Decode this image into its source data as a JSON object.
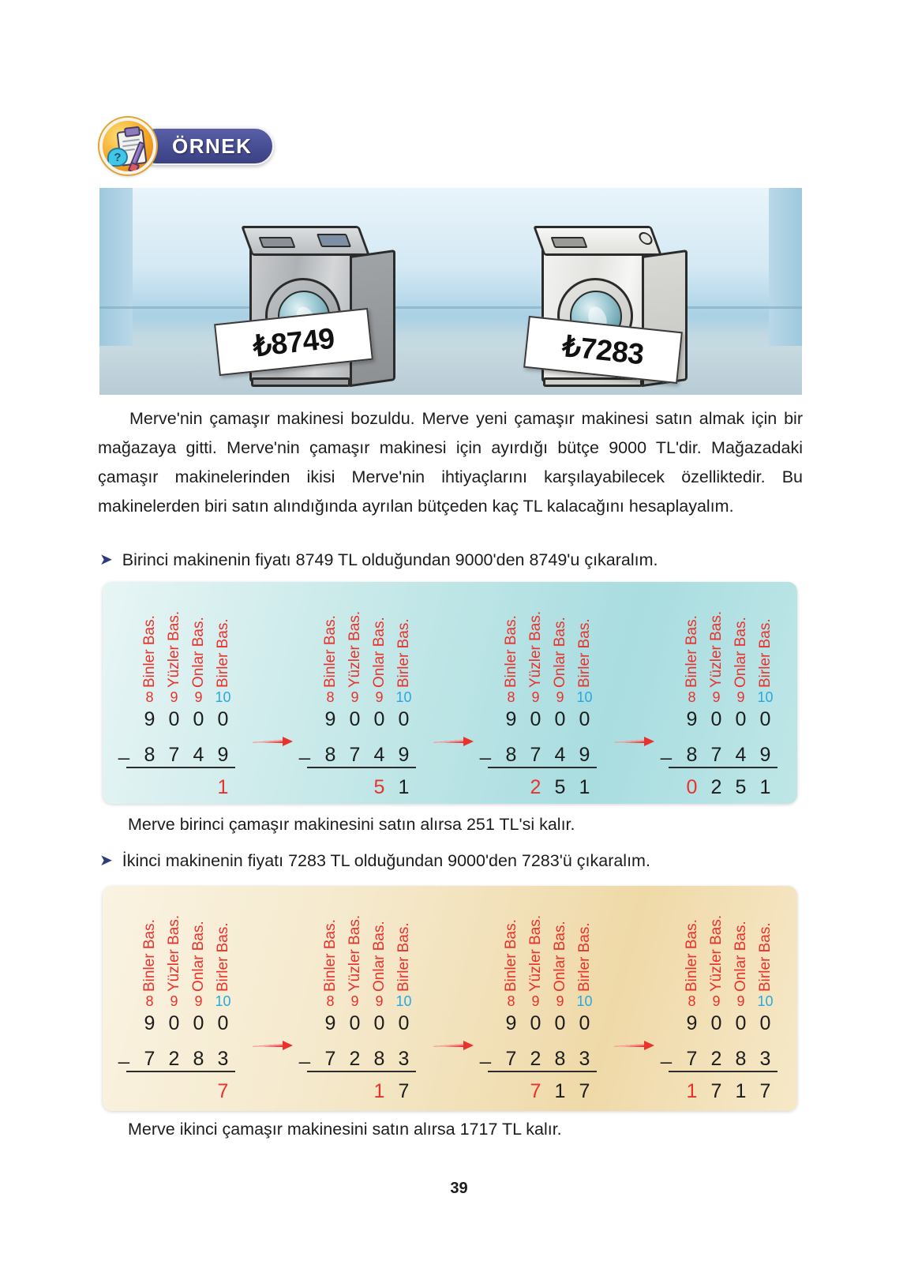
{
  "badge": {
    "label": "ÖRNEK",
    "icon": "clipboard-question-icon",
    "bubble_glyph": "?"
  },
  "illustration": {
    "alt_name": "two-washing-machines-in-store",
    "machine_1": {
      "name": "grey-washing-machine",
      "price_tag": "₺8749"
    },
    "machine_2": {
      "name": "white-washing-machine",
      "price_tag": "₺7283"
    }
  },
  "paragraph": "Merve'nin çamaşır makinesi bozuldu. Merve yeni çamaşır makinesi satın almak için bir mağazaya gitti. Merve'nin çamaşır makinesi için ayırdığı bütçe 9000 TL'dir. Mağazadaki çamaşır makinelerinden ikisi Merve'nin ihtiyaçlarını karşılayabilecek özelliktedir. Bu makinelerden biri satın alındığında ayrılan bütçeden kaç TL kalacağını hesaplayalım.",
  "bullets": {
    "first": "Birinci makinenin fiyatı 8749 TL olduğundan 9000'den 8749'u çıkaralım.",
    "second": "İkinci makinenin fiyatı 7283 TL olduğundan 9000'den 7283'ü çıkaralım."
  },
  "closing": {
    "first": "Merve birinci çamaşır makinesini satın alırsa 251 TL'si kalır.",
    "second": "Merve ikinci çamaşır makinesini satın alırsa 1717 TL kalır."
  },
  "column_headers": [
    "Binler Bas.",
    "Yüzler Bas.",
    "Onlar Bas.",
    "Birler Bas."
  ],
  "minus_sign": "_",
  "colors": {
    "header_red": "#e8322c",
    "ten_blue": "#29a8e0",
    "arrow_red": "#e8322c",
    "panel_blue": "#a9dde0",
    "panel_orange": "#efd9a8",
    "badge_navy": "#474d93"
  },
  "calc_blue": {
    "borrow": [
      "8",
      "9",
      "9",
      "10"
    ],
    "minuend": [
      "9",
      "0",
      "0",
      "0"
    ],
    "subtrahend": [
      "8",
      "7",
      "4",
      "9"
    ],
    "steps": [
      {
        "result": [
          "",
          "",
          "",
          "1"
        ],
        "new_index": 3
      },
      {
        "result": [
          "",
          "",
          "5",
          "1"
        ],
        "new_index": 2
      },
      {
        "result": [
          "",
          "2",
          "5",
          "1"
        ],
        "new_index": 1
      },
      {
        "result": [
          "0",
          "2",
          "5",
          "1"
        ],
        "new_index": 0
      }
    ]
  },
  "calc_orange": {
    "borrow": [
      "8",
      "9",
      "9",
      "10"
    ],
    "minuend": [
      "9",
      "0",
      "0",
      "0"
    ],
    "subtrahend": [
      "7",
      "2",
      "8",
      "3"
    ],
    "steps": [
      {
        "result": [
          "",
          "",
          "",
          "7"
        ],
        "new_index": 3
      },
      {
        "result": [
          "",
          "",
          "1",
          "7"
        ],
        "new_index": 2
      },
      {
        "result": [
          "",
          "7",
          "1",
          "7"
        ],
        "new_index": 1
      },
      {
        "result": [
          "1",
          "7",
          "1",
          "7"
        ],
        "new_index": 0
      }
    ]
  },
  "page_number": "39"
}
